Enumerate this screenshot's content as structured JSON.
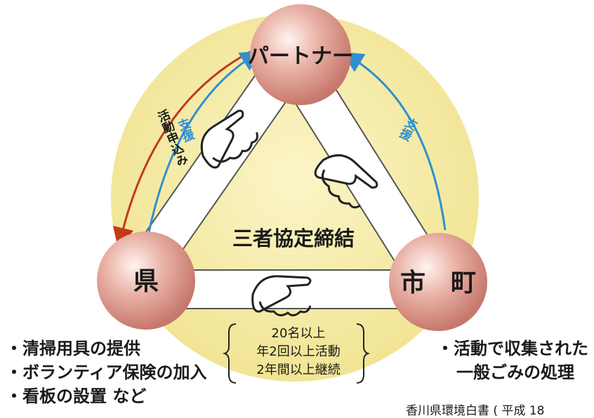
{
  "nodes": {
    "partner": "パートナー",
    "prefecture": "県",
    "city_town": "市　町"
  },
  "center_label": "三者協定締結",
  "arrows": {
    "activity_application": "活動申込み",
    "support_left": "支援",
    "support_right": "支援"
  },
  "prefecture_duties": [
    "・清掃用具の提供",
    "・ボランティア保険の加入",
    "・看板の設置  など"
  ],
  "municipality_duties": [
    "・活動で収集された",
    "一般ごみの処理"
  ],
  "conditions": [
    "20名以上",
    "年2回以上活動",
    "2年間以上継続"
  ],
  "caption": "香川県環境白書 ( 平成 18",
  "colors": {
    "background_disc": "#f6eda8",
    "band": "#ffffff",
    "sphere": "#e4a49a",
    "red_arrow": "#c23a1a",
    "blue_arrow": "#2f8fd0"
  },
  "icons": [
    "handshake-icon",
    "handshake-icon",
    "handshake-icon"
  ]
}
